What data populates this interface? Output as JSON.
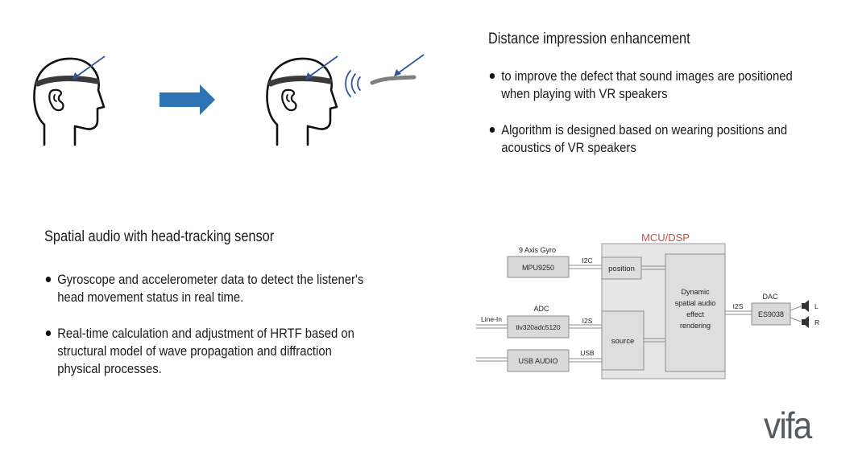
{
  "distance_section": {
    "title": "Distance impression enhancement",
    "bullets": [
      "to improve the defect that sound images are positioned when playing with VR speakers",
      "Algorithm is designed based on wearing positions and acoustics of VR speakers"
    ]
  },
  "spatial_section": {
    "title": "Spatial audio with head-tracking sensor",
    "bullets": [
      "Gyroscope and accelerometer data to detect the listener's head movement status in real time.",
      "Real-time calculation and adjustment of HRTF based on structural model of wave propagation and diffraction physical processes."
    ]
  },
  "diagram": {
    "mcu_label": "MCU/DSP",
    "gyro_label": "9 Axis Gyro",
    "gyro_chip": "MPU9250",
    "i2c": "I2C",
    "position": "position",
    "adc_label": "ADC",
    "line_in": "Line-In",
    "adc_chip": "tlv320adc5120",
    "i2s_in": "I2S",
    "source": "source",
    "usb_chip": "USB AUDIO",
    "usb": "USB",
    "dsp_line1": "Dynamic",
    "dsp_line2": "spatial audio",
    "dsp_line3": "effect",
    "dsp_line4": "rendering",
    "i2s_out": "I2S",
    "dac_label": "DAC",
    "dac_chip": "ES9038",
    "left": "L",
    "right": "R"
  },
  "colors": {
    "arrow": "#2e74b5",
    "mcu_title": "#c0504d",
    "pointer": "#2f5597",
    "speaker": "#777777"
  },
  "logo": "vifa"
}
